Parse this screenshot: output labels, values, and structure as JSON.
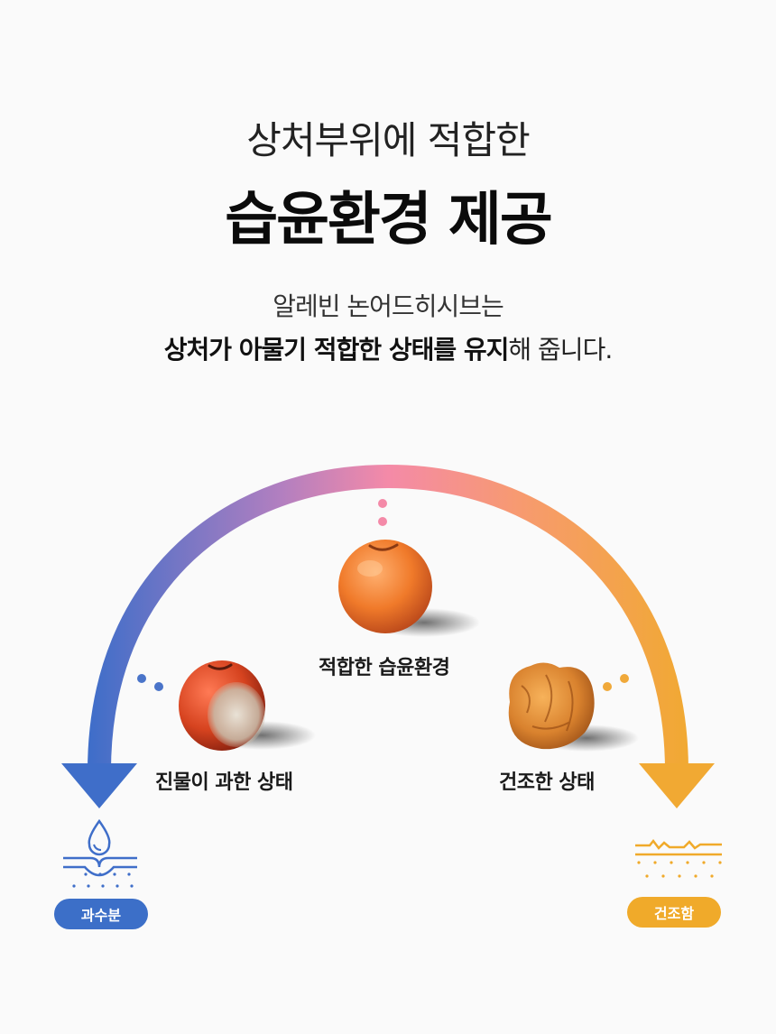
{
  "header": {
    "subtitle": "상처부위에 적합한",
    "title": "습윤환경 제공"
  },
  "description": {
    "line1": "알레빈 논어드히시브는",
    "line2_bold": "상처가 아물기 적합한 상태를 유지",
    "line2_rest": "해 줍니다."
  },
  "diagram": {
    "center_label": "적합한 습윤환경",
    "left_label": "진물이 과한 상태",
    "right_label": "건조한 상태",
    "left_badge": "과수분",
    "right_badge": "건조함"
  },
  "colors": {
    "blue": "#3f6ec9",
    "pink": "#f48aa8",
    "orange": "#f3a63a",
    "badge_blue": "#3c6fc8",
    "badge_orange": "#f0aa2a"
  }
}
